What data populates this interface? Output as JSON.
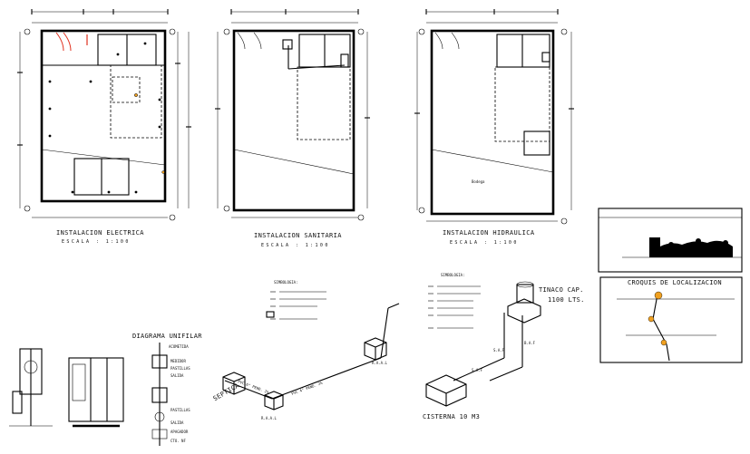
{
  "plans": [
    {
      "title": "INSTALACION ELECTRICA",
      "scale": "ESCALA : 1:100"
    },
    {
      "title": "INSTALACION SANITARIA",
      "scale": "ESCALA : 1:100"
    },
    {
      "title": "INSTALACION HIDRAULICA",
      "scale": "ESCALA : 1:100"
    }
  ],
  "hydraulic": {
    "bodega": "Bodega"
  },
  "unifilar": {
    "title": "DIAGRAMA UNIFILAR",
    "labels": [
      "ACOMETIDA",
      "MEDIDOR",
      "PASTILLAS",
      "SALIDA",
      "PASTILLAS",
      "SALIDA",
      "APAGADOR",
      "CTO. NF"
    ]
  },
  "sanitary_iso": {
    "symbology": "SIMBOLOGIA:",
    "septic": "SEPTICA",
    "pipe_long": "PVC 4\" PEND. 2%",
    "pipe_short": "PVC 6\" PEND. 2%",
    "registro_1": "R.A.A.L",
    "registro_2": "R.A.A.L"
  },
  "hydraulic_iso": {
    "symbology": "SIMBOLOGIA:",
    "tank_label": "TINACO CAP.",
    "tank_capacity": "1100 LTS.",
    "saf_1": "S.A.F",
    "saf_2": "B.A.F",
    "saf_3": "S.A.F",
    "cistern": "CISTERNA 10 M3"
  },
  "location": {
    "title": "CROQUIS DE LOCALIZACION"
  }
}
